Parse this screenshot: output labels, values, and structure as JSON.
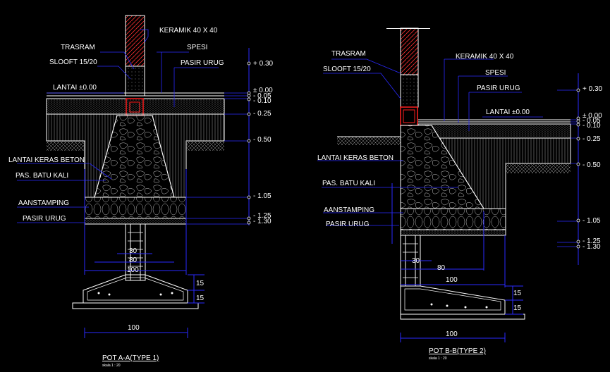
{
  "section_a": {
    "labels": {
      "keramik": "KERAMIK 40 X 40",
      "trasram": "TRASRAM",
      "spesi": "SPESI",
      "slooft": "SLOOFT 15/20",
      "pasir_urug_top": "PASIR URUG",
      "lantai": "LANTAI ±0.00",
      "lantai_keras": "LANTAI KERAS BETON",
      "batu_kali": "PAS. BATU KALI",
      "aanstamping": "AANSTAMPING",
      "pasir_urug_bottom": "PASIR URUG"
    },
    "levels": [
      "+ 0.30",
      "± 0.00",
      "- 0.05",
      "- 0.10",
      "- 0.25",
      "- 0.50",
      "- 1.05",
      "- 1.25",
      "- 1.30"
    ],
    "dims": {
      "d30": "30",
      "d80": "80",
      "d100": "100",
      "d15a": "15",
      "d15b": "15",
      "d100_bottom": "100"
    },
    "title": "POT A-A(TYPE 1)",
    "scale": "skala 1 : 20"
  },
  "section_b": {
    "labels": {
      "trasram": "TRASRAM",
      "keramik": "KERAMIK 40 X 40",
      "slooft": "SLOOFT 15/20",
      "spesi": "SPESI",
      "pasir_urug_top": "PASIR URUG",
      "lantai": "LANTAI ±0.00",
      "lantai_keras": "LANTAI KERAS BETON",
      "batu_kali": "PAS. BATU KALI",
      "aanstamping": "AANSTAMPING",
      "pasir_urug_bottom": "PASIR URUG"
    },
    "levels": [
      "+ 0.30",
      "± 0.00",
      "- 0.05",
      "- 0.10",
      "- 0.25",
      "- 0.50",
      "- 1.05",
      "- 1.25",
      "- 1.30"
    ],
    "dims": {
      "d30": "30",
      "d80": "80",
      "d100": "100",
      "d15a": "15",
      "d15b": "15",
      "d100_bottom": "100"
    },
    "title": "POT B-B(TYPE 2)",
    "scale": "skala 1 : 20"
  },
  "colors": {
    "background": "#000000",
    "text": "#ffffff",
    "leader": "#2a2aff",
    "sloof": "#ff2020",
    "hatch": "#9a9a9a"
  }
}
